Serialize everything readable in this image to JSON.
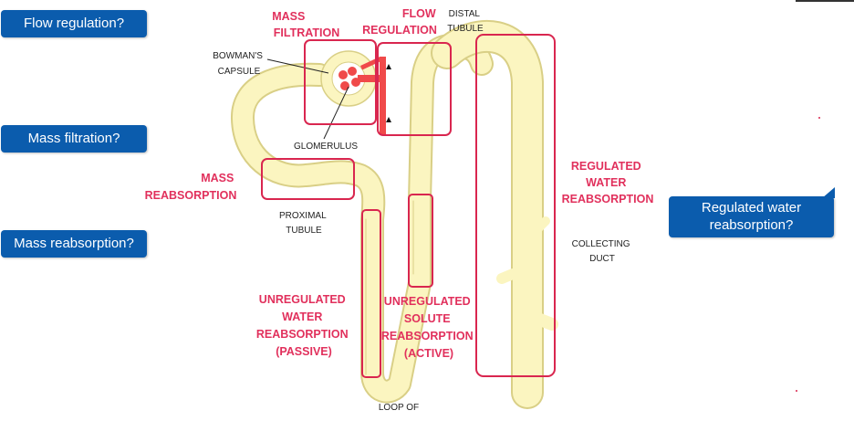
{
  "callouts": {
    "flow_regulation": "Flow regulation?",
    "mass_filtration": "Mass filtration?",
    "mass_reabsorption": "Mass reabsorption?",
    "regulated_water": "Regulated water reabsorption?"
  },
  "labels": {
    "mass_filtration": [
      "MASS",
      "FILTRATION"
    ],
    "flow_regulation": [
      "FLOW",
      "REGULATION"
    ],
    "distal_tubule": [
      "DISTAL",
      "TUBULE"
    ],
    "bowmans_capsule": [
      "BOWMAN'S",
      "CAPSULE"
    ],
    "glomerulus": "GLOMERULUS",
    "mass_reabsorption": [
      "MASS",
      "REABSORPTION"
    ],
    "proximal_tubule": [
      "PROXIMAL",
      "TUBULE"
    ],
    "regulated_water": [
      "REGULATED",
      "WATER",
      "REABSORPTION"
    ],
    "collecting_duct": [
      "COLLECTING",
      "DUCT"
    ],
    "unregulated_water": [
      "UNREGULATED",
      "WATER",
      "REABSORPTION",
      "(PASSIVE)"
    ],
    "unregulated_solute": [
      "UNREGULATED",
      "SOLUTE",
      "REABSORPTION",
      "(ACTIVE)"
    ],
    "loop_of": "LOOP OF"
  },
  "colors": {
    "tubule_fill": "#fbf5c0",
    "tubule_edge": "#d9cf86",
    "highlight": "#d9264f",
    "label_red": "#e1305c",
    "callout_bg": "#0b5cad",
    "vessel": "#f04a4a"
  }
}
